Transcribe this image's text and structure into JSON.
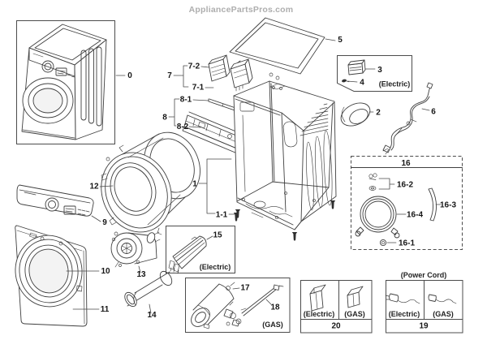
{
  "watermark": "AppliancePartsPros.com",
  "colors": {
    "line": "#3f3f3f",
    "label": "#161616",
    "watermark": "#aeaeae",
    "background": "#ffffff"
  },
  "callouts": {
    "0": "0",
    "1": "1",
    "1-1": "1-1",
    "2": "2",
    "3": "3",
    "4": "4",
    "5": "5",
    "6": "6",
    "7": "7",
    "7-1": "7-1",
    "7-2": "7-2",
    "8": "8",
    "8-1": "8-1",
    "8-2": "8-2",
    "9": "9",
    "10": "10",
    "11": "11",
    "12": "12",
    "13": "13",
    "14": "14",
    "15": "15",
    "16": "16",
    "16-1": "16-1",
    "16-2": "16-2",
    "16-3": "16-3",
    "16-4": "16-4",
    "17": "17",
    "18": "18",
    "19": "19",
    "20": "20"
  },
  "captions": {
    "electric": "(Electric)",
    "gas": "(GAS)",
    "power_cord": "(Power Cord)"
  }
}
